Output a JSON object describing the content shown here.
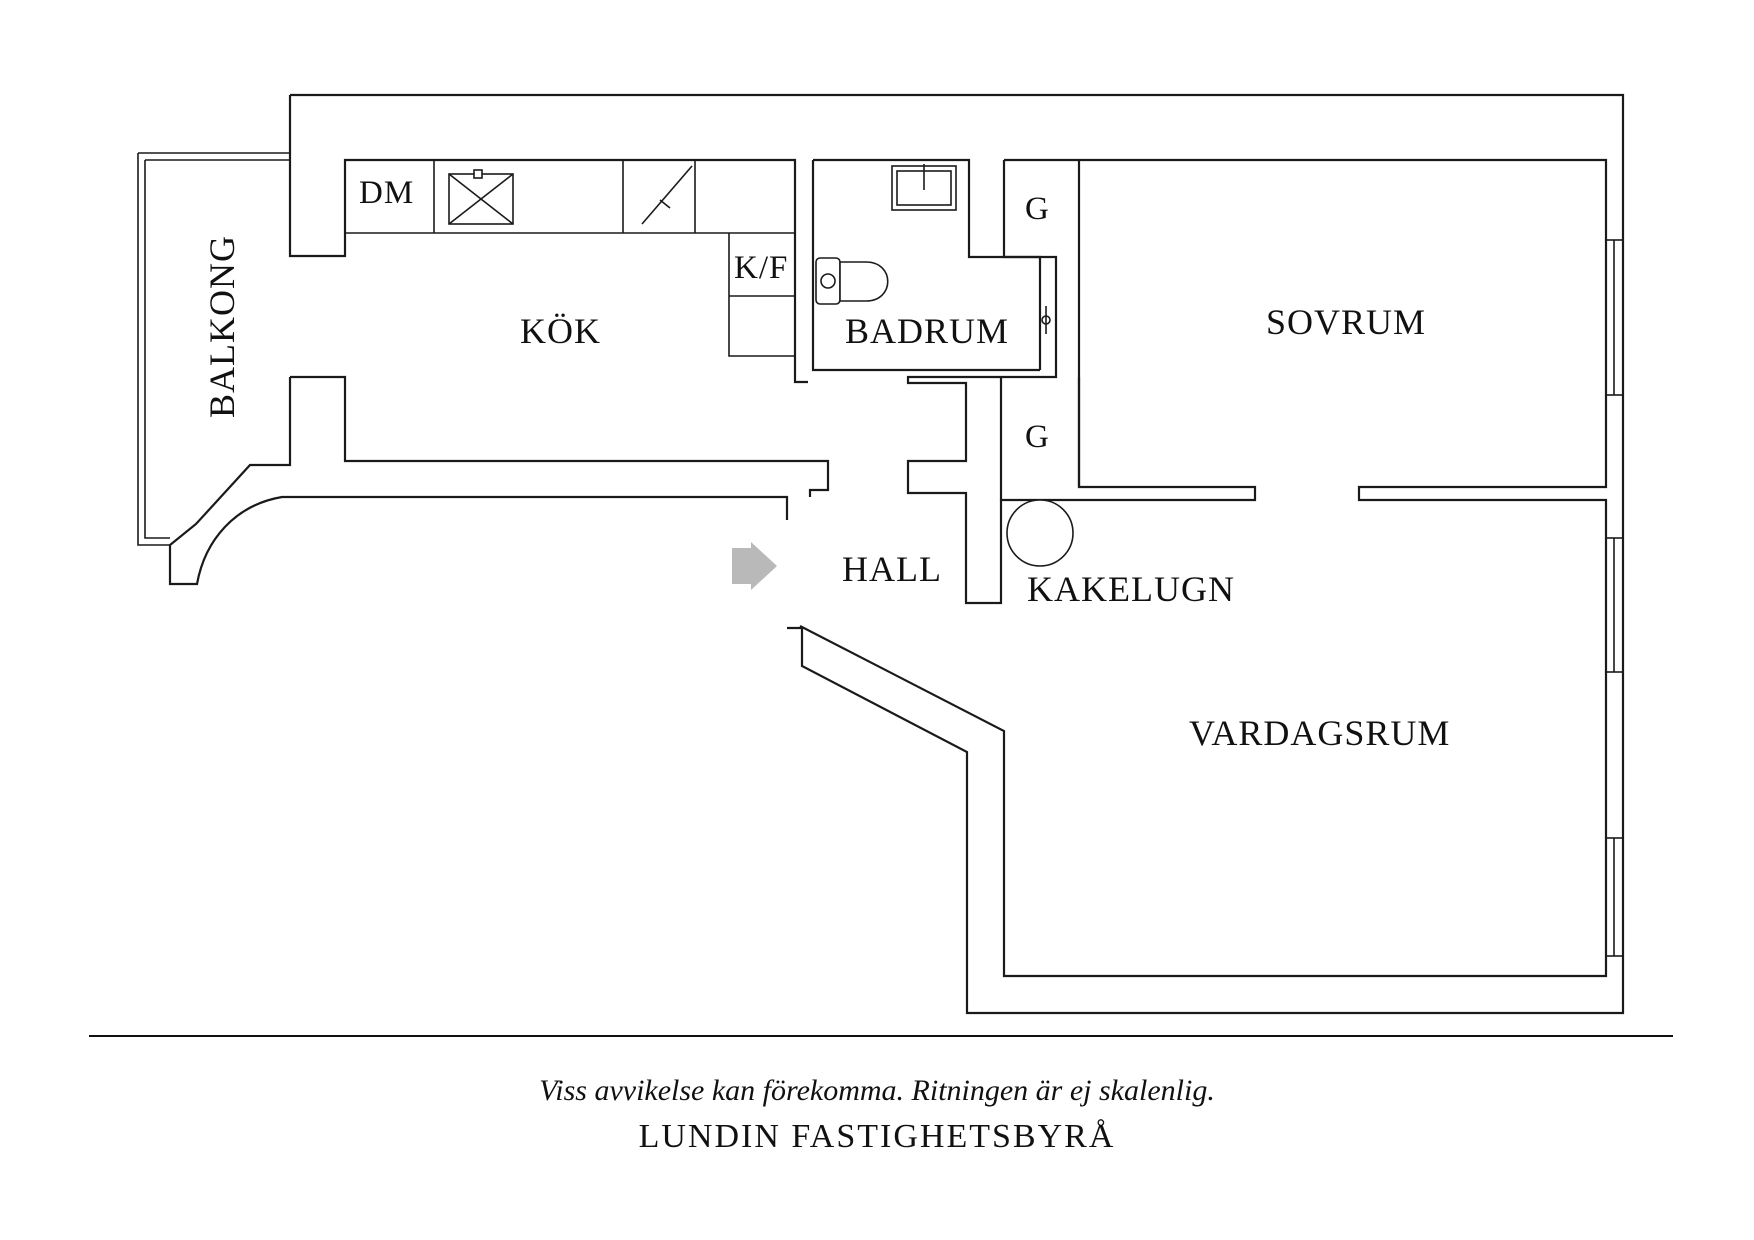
{
  "rooms": {
    "balkong": "BALKONG",
    "dm": "DM",
    "kok": "KÖK",
    "kf": "K/F",
    "badrum": "BADRUM",
    "g_upper": "G",
    "g_lower": "G",
    "sovrum": "SOVRUM",
    "hall": "HALL",
    "kakelugn": "KAKELUGN",
    "vardagsrum": "VARDAGSRUM"
  },
  "footer": {
    "disclaimer": "Viss avvikelse kan förekomma. Ritningen är ej skalenlig.",
    "agency": "LUNDIN FASTIGHETSBYRÅ"
  },
  "colors": {
    "wall": "#1a1a1a",
    "entrance_arrow": "#b9b9b9"
  },
  "icons": [
    "entrance-arrow-icon",
    "sink-icon",
    "stove-icon",
    "washbasin-icon",
    "toilet-icon",
    "shower-icon",
    "tiled-stove-icon"
  ]
}
